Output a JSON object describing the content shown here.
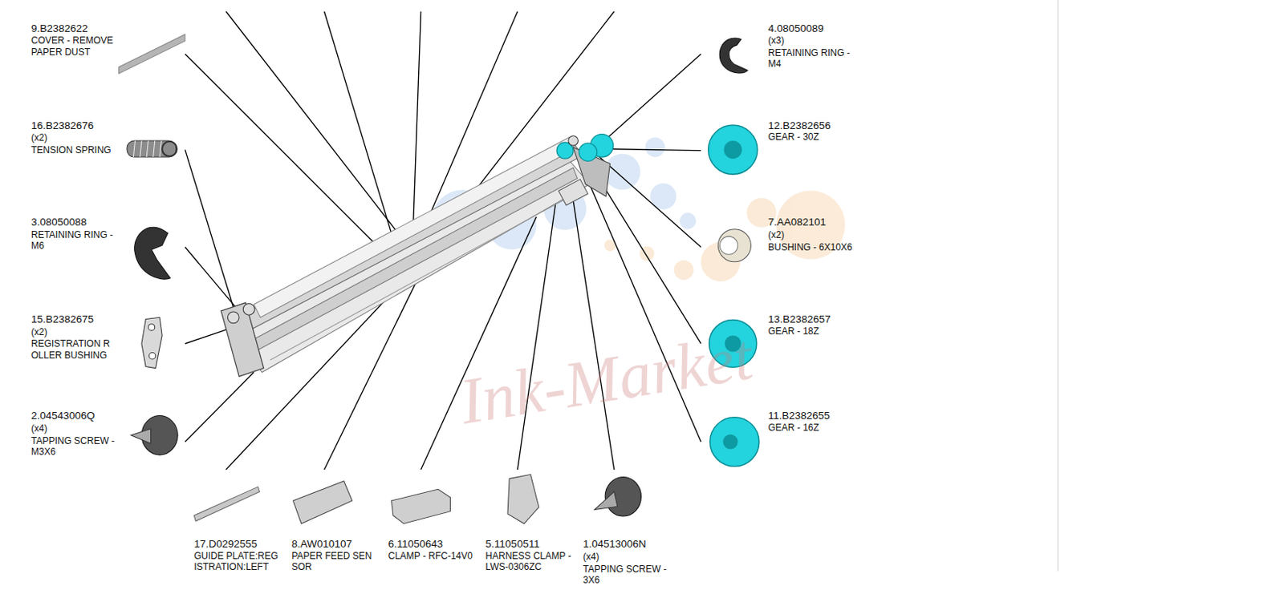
{
  "diagram": {
    "labels": [
      "9.B2382622",
      "COVER - REMOVE PAPER DUST",
      "16.B2382676",
      "(x2)",
      "TENSION SPRING",
      "3.08050088",
      "RETAINING RING - M6",
      "15.B2382675",
      "(x2)",
      "REGISTRATION R OLLER BUSHING",
      "2.04543006Q",
      "(x4)",
      "TAPPING SCREW - M3X6",
      "4.08050089",
      "(x3)",
      "RETAINING RING - M4",
      "12.B2382656",
      "GEAR - 30Z",
      "7.AA082101",
      "(x2)",
      "BUSHING - 6X10X6",
      "13.B2382657",
      "GEAR - 18Z",
      "11.B2382655",
      "GEAR - 16Z",
      "17.D0292555",
      "GUIDE PLATE:REG ISTRATION:LEFT",
      "8.AW010107",
      "PAPER FEED SEN SOR",
      "6.11050643",
      "CLAMP - RFC-14V0",
      "5.11050511",
      "HARNESS CLAMP - LWS-0306ZC",
      "1.04513006N",
      "(x4)",
      "TAPPING SCREW - 3X6",
      "Ink-Market"
    ]
  }
}
